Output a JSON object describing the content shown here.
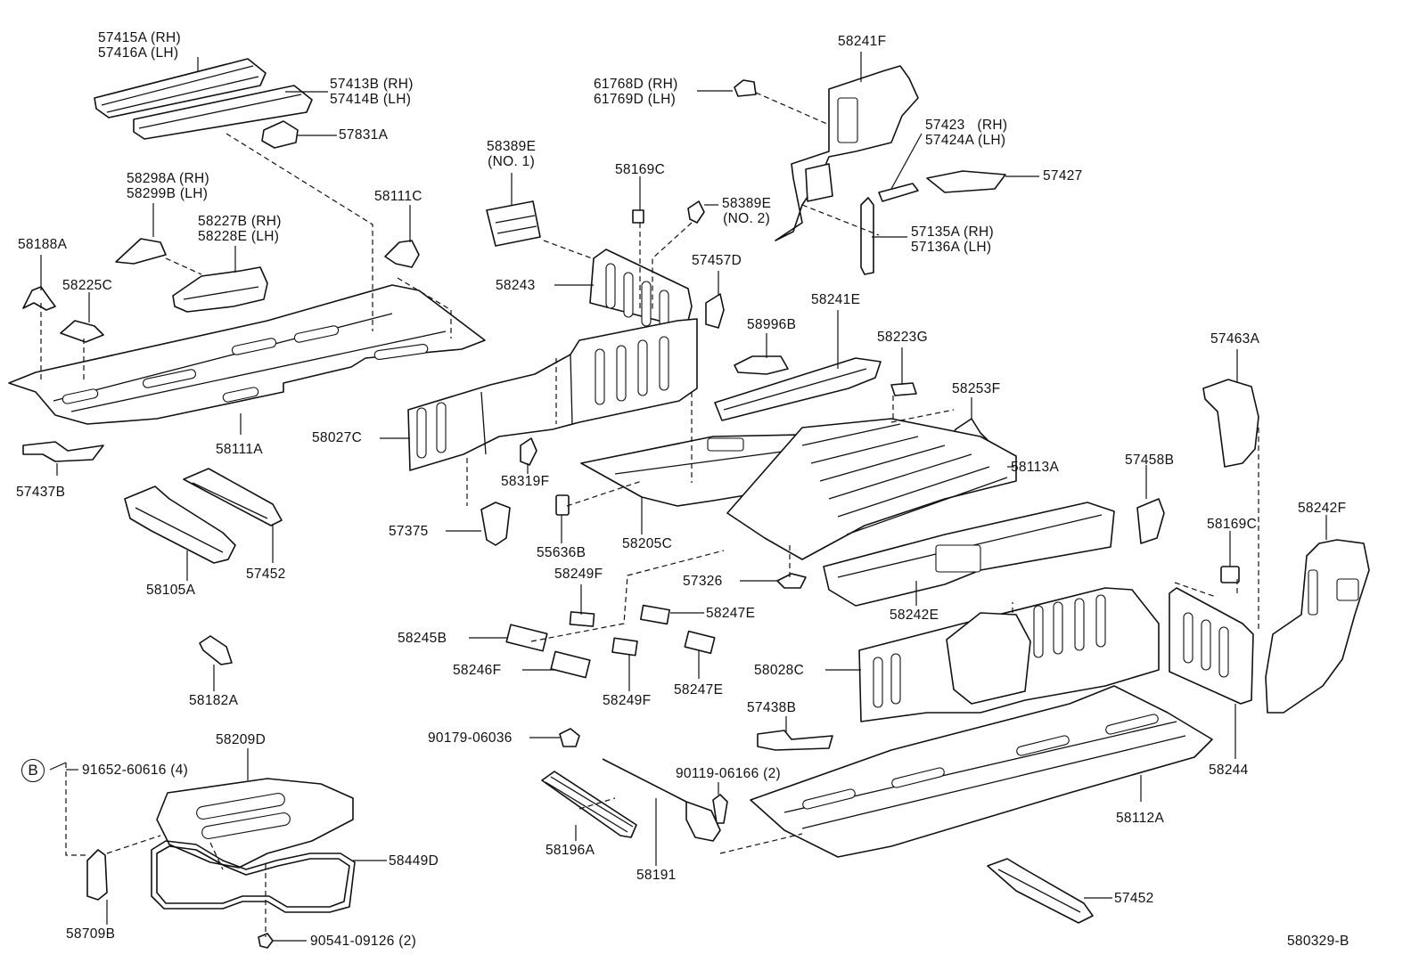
{
  "diagram_id": "580329-B",
  "callout": {
    "letter": "B"
  },
  "labels": {
    "p57415A": "57415A (RH)\n57416A (LH)",
    "p57413B": "57413B (RH)\n57414B (LH)",
    "p57831A": "57831A",
    "p58298A": "58298A (RH)\n58299B (LH)",
    "p58227B": "58227B (RH)\n58228E (LH)",
    "p58188A": "58188A",
    "p58225C": "58225C",
    "p58111C": "58111C",
    "p58111A": "58111A",
    "p57437B": "57437B",
    "p58389E1": "58389E\n(NO. 1)",
    "p58169C_top": "58169C",
    "p58389E2": "58389E\n(NO. 2)",
    "p61768D": "61768D (RH)\n61769D (LH)",
    "p58241F": "58241F",
    "p57423": "57423   (RH)\n57424A (LH)",
    "p57427": "57427",
    "p57135A": "57135A (RH)\n57136A (LH)",
    "p58243": "58243",
    "p57457D": "57457D",
    "p58241E": "58241E",
    "p58996B": "58996B",
    "p58223G": "58223G",
    "p58253F": "58253F",
    "p57463A": "57463A",
    "p58027C": "58027C",
    "p58319F": "58319F",
    "p58113A": "58113A",
    "p57458B": "57458B",
    "p58242F": "58242F",
    "p58169C_right": "58169C",
    "p57375": "57375",
    "p55636B": "55636B",
    "p58205C": "58205C",
    "p58105A": "58105A",
    "p57452_top": "57452",
    "p58249F_top": "58249F",
    "p57326": "57326",
    "p58242E": "58242E",
    "p58247E_top": "58247E",
    "p58245B": "58245B",
    "p58246F": "58246F",
    "p58249F_bot": "58249F",
    "p58247E_bot": "58247E",
    "p58182A": "58182A",
    "p58028C": "58028C",
    "p58244": "58244",
    "p57438B": "57438B",
    "p58209D": "58209D",
    "p91652": "91652-60616 (4)",
    "p90179": "90179-06036",
    "p90119": "90119-06166 (2)",
    "p58449D": "58449D",
    "p58196A": "58196A",
    "p58191": "58191",
    "p58112A": "58112A",
    "p58709B": "58709B",
    "p90541": "90541-09126 (2)",
    "p57452_bot": "57452"
  }
}
